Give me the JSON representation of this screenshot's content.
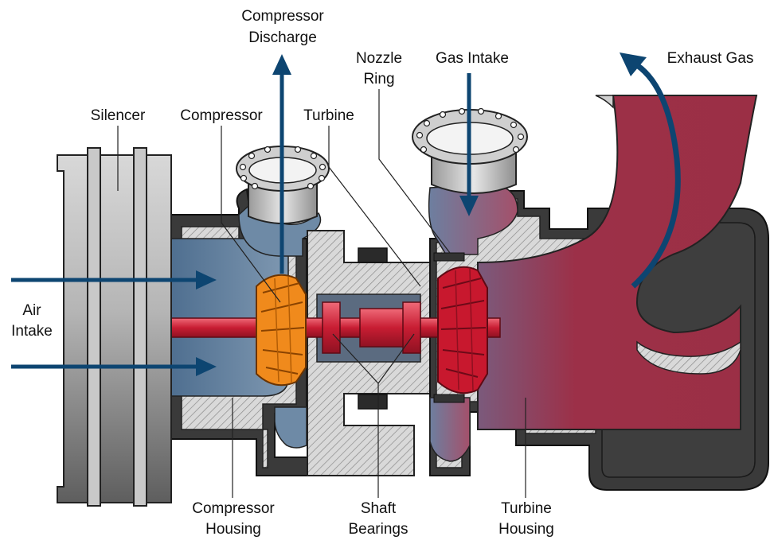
{
  "labels": {
    "compressor_discharge": [
      "Compressor",
      "Discharge"
    ],
    "nozzle_ring": [
      "Nozzle",
      "Ring"
    ],
    "gas_intake": "Gas Intake",
    "exhaust_gas": "Exhaust Gas",
    "silencer": "Silencer",
    "compressor": "Compressor",
    "turbine": "Turbine",
    "air_intake": [
      "Air",
      "Intake"
    ],
    "compressor_housing": [
      "Compressor",
      "Housing"
    ],
    "shaft_bearings": [
      "Shaft",
      "Bearings"
    ],
    "turbine_housing": [
      "Turbine",
      "Housing"
    ]
  },
  "colors": {
    "flow_arrow": "#0d4571",
    "compressor_wheel": "#f08a1c",
    "turbine_wheel": "#c8182e",
    "shaft": "#d42a3e",
    "exhaust_gas": "#9b2f45",
    "intake_air": "#6e8aa6",
    "housing_dark": "#3a3a3a",
    "casing_light": "#cfcfcf",
    "silencer": "#9c9c9c"
  }
}
